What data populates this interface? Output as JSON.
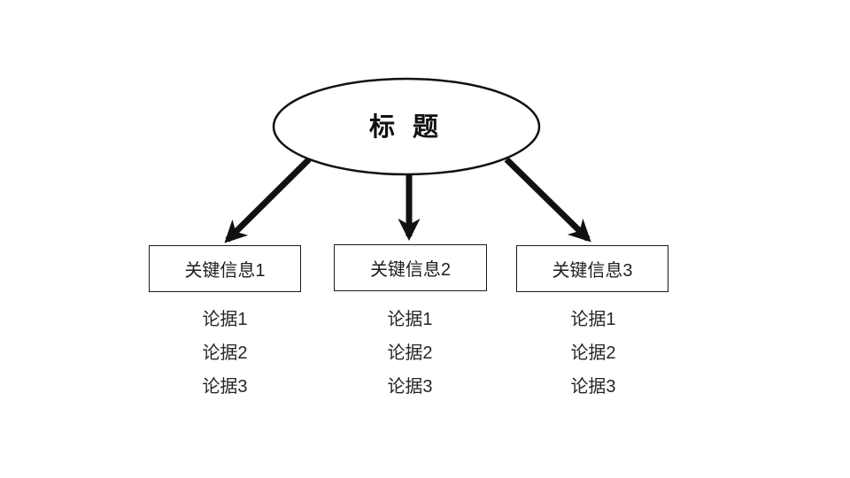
{
  "diagram": {
    "title": "标 题",
    "branches": [
      {
        "label": "关键信息1",
        "items": [
          "论据1",
          "论据2",
          "论据3"
        ]
      },
      {
        "label": "关键信息2",
        "items": [
          "论据1",
          "论据2",
          "论据3"
        ]
      },
      {
        "label": "关键信息3",
        "items": [
          "论据1",
          "论据2",
          "论据3"
        ]
      }
    ],
    "colors": {
      "background": "#ffffff",
      "line": "#111111",
      "box_border": "#1a1a1a",
      "text": "#1f1f1f"
    }
  }
}
